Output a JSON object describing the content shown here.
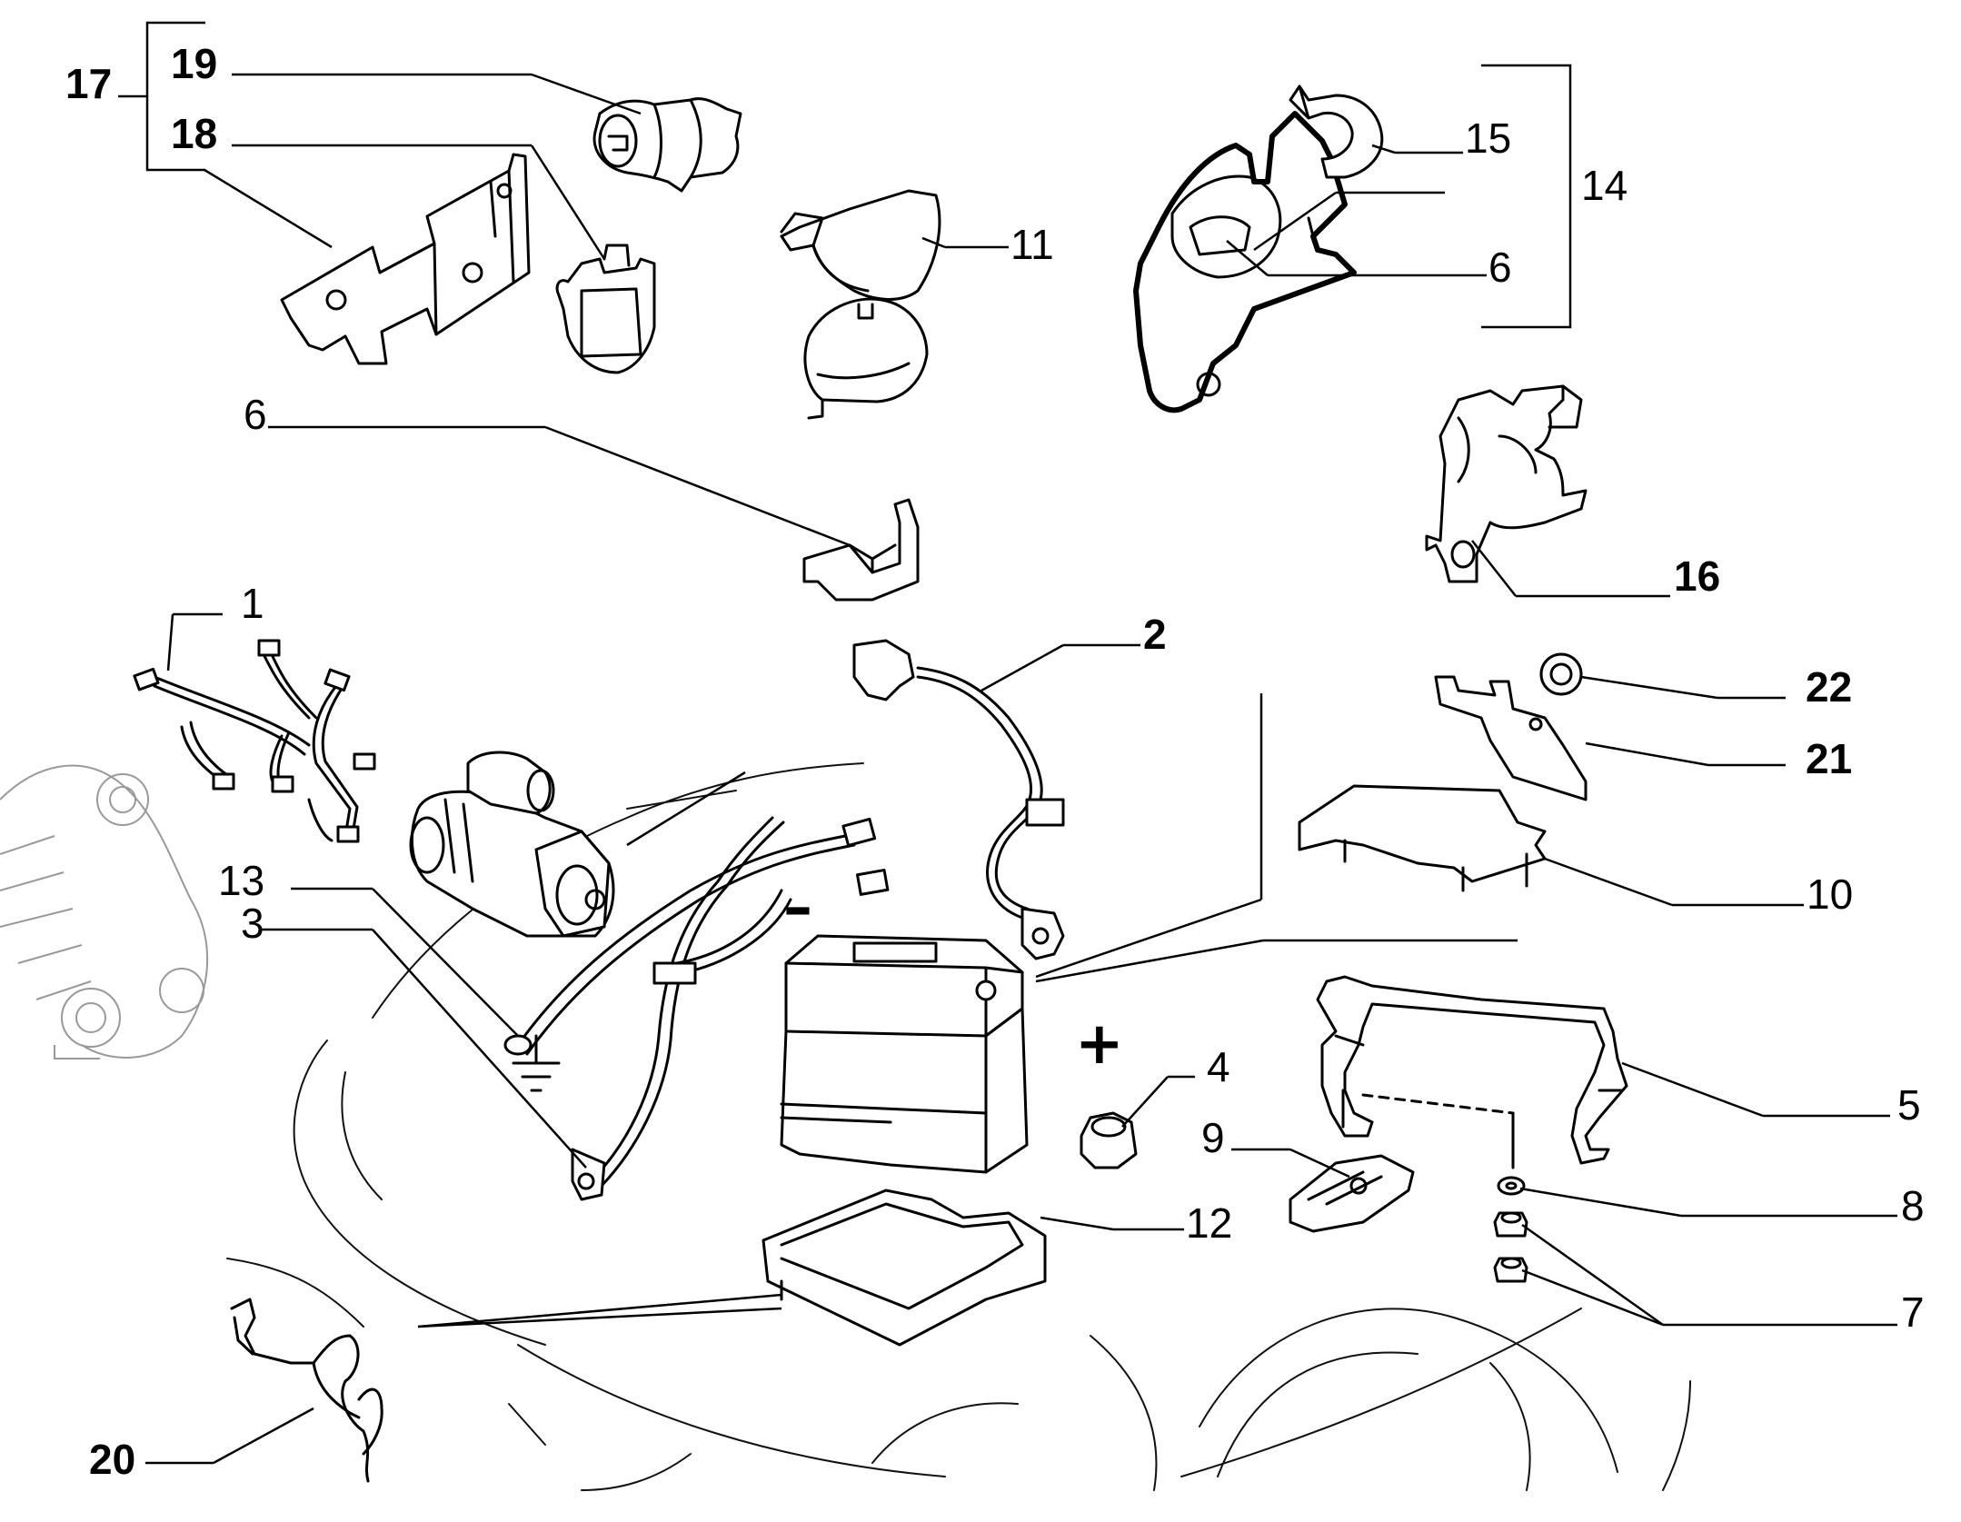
{
  "labels": {
    "l1": "1",
    "l2": "2",
    "l3": "3",
    "l4": "4",
    "l5": "5",
    "l6a": "6",
    "l6b": "6",
    "l7": "7",
    "l8": "8",
    "l9": "9",
    "l10": "10",
    "l11": "11",
    "l12": "12",
    "l13": "13",
    "l14": "14",
    "l15": "15",
    "l16": "16",
    "l17": "17",
    "l18": "18",
    "l19": "19",
    "l20": "20",
    "l21": "21",
    "l22": "22"
  },
  "terminals": {
    "negative": "–",
    "positive": "+"
  }
}
